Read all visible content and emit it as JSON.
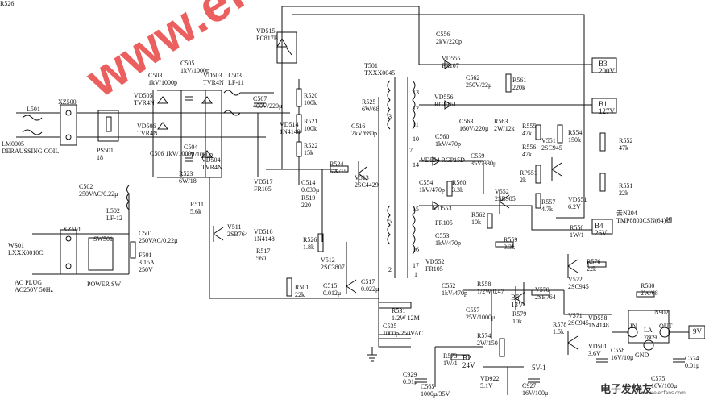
{
  "watermark": "www.elecfans.com",
  "site_logo": "电子发烧友",
  "site_logo_sub": "www.elecfans.com",
  "labels": [
    {
      "id": "vd515",
      "text": "VD515\nPC817B"
    },
    {
      "id": "c556",
      "text": "C556\n2kV/220p"
    },
    {
      "id": "vd555",
      "text": "VD555\nFR107"
    },
    {
      "id": "t501",
      "text": "T501\nTXXX0045"
    },
    {
      "id": "c562",
      "text": "C562\n250V/22μ"
    },
    {
      "id": "r561",
      "text": "R561\n220k"
    },
    {
      "id": "b3",
      "text": "B3\n200V"
    },
    {
      "id": "b1",
      "text": "B1\n127V"
    },
    {
      "id": "vd556",
      "text": "VD556\nRGP15J"
    },
    {
      "id": "c563",
      "text": "C563\n160V/220μ"
    },
    {
      "id": "r563",
      "text": "R563\n2W/12k"
    },
    {
      "id": "r555",
      "text": "R555\n47k"
    },
    {
      "id": "r556",
      "text": "R556\n47k"
    },
    {
      "id": "v551",
      "text": "V551\n2SC945"
    },
    {
      "id": "r554",
      "text": "R554\n150k"
    },
    {
      "id": "r552",
      "text": "R552\n47k"
    },
    {
      "id": "r551",
      "text": "R551\n22k"
    },
    {
      "id": "rp551",
      "text": "RP551\n2k"
    },
    {
      "id": "r557",
      "text": "R557\n4.7k"
    },
    {
      "id": "vd551",
      "text": "VD551\n6.2V"
    },
    {
      "id": "c505",
      "text": "C505\n1kV/1000p"
    },
    {
      "id": "c503",
      "text": "C503\n1kV/1000p"
    },
    {
      "id": "vd503",
      "text": "VD503\nTVR4N"
    },
    {
      "id": "l503",
      "text": "L503\nLF-11"
    },
    {
      "id": "c507",
      "text": "C507\n400V/220μ"
    },
    {
      "id": "r520",
      "text": "R520\n100k"
    },
    {
      "id": "r521",
      "text": "R521\n100k"
    },
    {
      "id": "l501",
      "text": "L501"
    },
    {
      "id": "xz500",
      "text": "XZ500"
    },
    {
      "id": "lm0005",
      "text": "LM0005\nDERAUSSING COIL"
    },
    {
      "id": "ps501",
      "text": "PS501\n18"
    },
    {
      "id": "vd505",
      "text": "VD505\nTVR4N"
    },
    {
      "id": "vd506",
      "text": "VD506\nTVR4N"
    },
    {
      "id": "c506",
      "text": "C506 1kV/1000p"
    },
    {
      "id": "c504",
      "text": "C504\n1kV/1000p"
    },
    {
      "id": "vd504",
      "text": "VD504\nTVR4N"
    },
    {
      "id": "vd514",
      "text": "VD514\n1N4148"
    },
    {
      "id": "r522",
      "text": "R522\n15k"
    },
    {
      "id": "r525",
      "text": "R525\n6W/68"
    },
    {
      "id": "c516",
      "text": "C516\n2kV/680p"
    },
    {
      "id": "c560",
      "text": "C560\n1kV/470p"
    },
    {
      "id": "vd554",
      "text": "VD554 RGP15D"
    },
    {
      "id": "c559",
      "text": "C559\n35V/330μ"
    },
    {
      "id": "r560",
      "text": "R560\n3.3k"
    },
    {
      "id": "c554",
      "text": "C554\n1kV/470p"
    },
    {
      "id": "vd553",
      "text": "VD553"
    },
    {
      "id": "fr105a",
      "text": "FR105"
    },
    {
      "id": "c553",
      "text": "C553\n1kV/470p"
    },
    {
      "id": "v552",
      "text": "V552\n2SB985"
    },
    {
      "id": "r562",
      "text": "R562\n10k"
    },
    {
      "id": "r550",
      "text": "R550\n1W/1"
    },
    {
      "id": "b4",
      "text": "B4\n26V"
    },
    {
      "id": "to_n204",
      "text": "去N204\nTMP8803CSN(64)脚"
    },
    {
      "id": "r559",
      "text": "R559\n3.3k"
    },
    {
      "id": "r576",
      "text": "R576\n22k"
    },
    {
      "id": "v572",
      "text": "V572\n2SC945"
    },
    {
      "id": "r526",
      "text": "R526"
    },
    {
      "id": "r524",
      "text": "R524\n5W/15"
    },
    {
      "id": "v513",
      "text": "V513\n2SC4429"
    },
    {
      "id": "r523",
      "text": "R523\n6W/18"
    },
    {
      "id": "c514",
      "text": "C514\n0.039μ"
    },
    {
      "id": "r519",
      "text": "R519\n220"
    },
    {
      "id": "vd517",
      "text": "VD517\nFR105"
    },
    {
      "id": "vd516",
      "text": "VD516\n1N4148"
    },
    {
      "id": "r517",
      "text": "R517\n560"
    },
    {
      "id": "r526b",
      "text": "R526\n1.8k"
    },
    {
      "id": "v512",
      "text": "V512\n2SC3807"
    },
    {
      "id": "c517",
      "text": "C517\n0.022μ"
    },
    {
      "id": "vd552",
      "text": "VD552\nFR105"
    },
    {
      "id": "c552",
      "text": "C552\n1kV/470p"
    },
    {
      "id": "r558",
      "text": "R558\n1/2W 0.47"
    },
    {
      "id": "c557",
      "text": "C557\n25V/1000μ"
    },
    {
      "id": "b5",
      "text": "B5\n13V"
    },
    {
      "id": "r579",
      "text": "R579\n10k"
    },
    {
      "id": "v570",
      "text": "V570\n2SB764"
    },
    {
      "id": "r580",
      "text": "R580\n2W/68"
    },
    {
      "id": "n902",
      "text": "N902"
    },
    {
      "id": "la7809",
      "text": "LA\n7809"
    },
    {
      "id": "gnd",
      "text": "GND"
    },
    {
      "id": "in",
      "text": "IN"
    },
    {
      "id": "out",
      "text": "OUT"
    },
    {
      "id": "v9",
      "text": "9V"
    },
    {
      "id": "v571",
      "text": "V571\n2SC945"
    },
    {
      "id": "vd558",
      "text": "VD558\n1N4148"
    },
    {
      "id": "r578",
      "text": "R578\n1.5k"
    },
    {
      "id": "vd501",
      "text": "VD501\n3.6V"
    },
    {
      "id": "c574",
      "text": "C574\n0.01μ"
    },
    {
      "id": "c558",
      "text": "C558\n16V/10μ"
    },
    {
      "id": "c575",
      "text": "C575\n16V/100μ"
    },
    {
      "id": "c502",
      "text": "C502\n250VAC/0.22μ"
    },
    {
      "id": "l502",
      "text": "L502\nLF-12"
    },
    {
      "id": "c501",
      "text": "C501\n250VAC/0.22μ"
    },
    {
      "id": "xz501",
      "text": "XZ501"
    },
    {
      "id": "ws01",
      "text": "WS01\nLXXX0010C"
    },
    {
      "id": "sw501",
      "text": "SW501"
    },
    {
      "id": "f501",
      "text": "F501\n3.15A\n250V"
    },
    {
      "id": "acplug",
      "text": "AC PLUG\nAC250V 50Hz"
    },
    {
      "id": "powersw",
      "text": "POWER SW"
    },
    {
      "id": "r511",
      "text": "R511\n5.6k"
    },
    {
      "id": "v511",
      "text": "V511\n2SB764"
    },
    {
      "id": "r501",
      "text": "R501\n22k"
    },
    {
      "id": "c515",
      "text": "C515\n0.012μ"
    },
    {
      "id": "r531",
      "text": "R531\n1/2W 12M"
    },
    {
      "id": "c535",
      "text": "C535\n1000p/250VAC"
    },
    {
      "id": "r573",
      "text": "R573\n1W/1"
    },
    {
      "id": "b2",
      "text": "B2\n24V"
    },
    {
      "id": "c929",
      "text": "C929\n0.01μ"
    },
    {
      "id": "c565",
      "text": "C565\n1000μ/35V"
    },
    {
      "id": "r574",
      "text": "R574\n2W/150"
    },
    {
      "id": "v5",
      "text": "5V-1"
    },
    {
      "id": "vd922",
      "text": "VD922\n5.1V"
    },
    {
      "id": "c927",
      "text": "C927\n16V/100μ"
    },
    {
      "id": "pin3",
      "text": "3"
    },
    {
      "id": "pin7",
      "text": "7"
    },
    {
      "id": "pin13",
      "text": "13"
    },
    {
      "id": "pin12",
      "text": "12"
    },
    {
      "id": "pin11",
      "text": "11"
    },
    {
      "id": "pin10",
      "text": "10"
    },
    {
      "id": "pin14",
      "text": "14"
    },
    {
      "id": "pin15",
      "text": "15"
    },
    {
      "id": "pin16",
      "text": "16"
    },
    {
      "id": "pin17",
      "text": "17"
    },
    {
      "id": "pin5",
      "text": "5"
    },
    {
      "id": "pin2",
      "text": "2"
    },
    {
      "id": "pin1",
      "text": "1"
    }
  ]
}
